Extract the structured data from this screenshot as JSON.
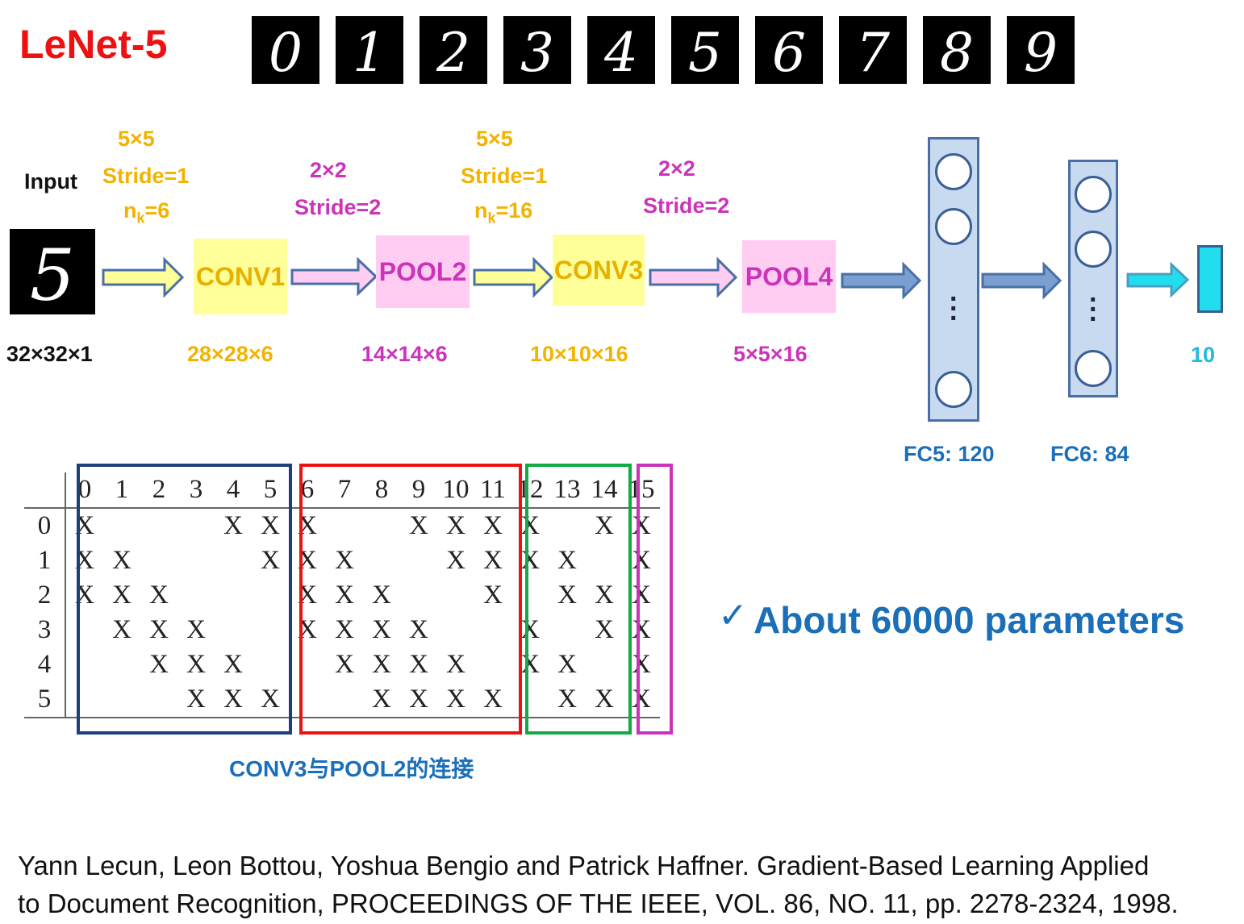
{
  "title": "LeNet-5",
  "digits": [
    "0",
    "1",
    "2",
    "3",
    "4",
    "5",
    "6",
    "7",
    "8",
    "9"
  ],
  "input": {
    "label": "Input",
    "size": "32×32×1"
  },
  "conv1": {
    "kernel": "5×5",
    "stride": "Stride=1",
    "nk_prefix": "n",
    "nk_sub": "k",
    "nk_value": "=6",
    "label": "CONV1",
    "size": "28×28×6"
  },
  "pool2": {
    "kernel": "2×2",
    "stride": "Stride=2",
    "label": "POOL2",
    "size": "14×14×6"
  },
  "conv3": {
    "kernel": "5×5",
    "stride": "Stride=1",
    "nk_prefix": "n",
    "nk_sub": "k",
    "nk_value": "=16",
    "label": "CONV3",
    "size": "10×10×16"
  },
  "pool4": {
    "kernel": "2×2",
    "stride": "Stride=2",
    "label": "POOL4",
    "size": "5×5×16"
  },
  "fc5": {
    "label": "FC5: 120"
  },
  "fc6": {
    "label": "FC6: 84"
  },
  "output": {
    "label": "10"
  },
  "table": {
    "columns": [
      "0",
      "1",
      "2",
      "3",
      "4",
      "5",
      "6",
      "7",
      "8",
      "9",
      "10",
      "11",
      "12",
      "13",
      "14",
      "15"
    ],
    "rows": [
      {
        "label": "0",
        "cells": [
          "X",
          "",
          "",
          "",
          "X",
          "X",
          "X",
          "",
          "",
          "X",
          "X",
          "X",
          "X",
          "",
          "X",
          "X"
        ]
      },
      {
        "label": "1",
        "cells": [
          "X",
          "X",
          "",
          "",
          "",
          "X",
          "X",
          "X",
          "",
          "",
          "X",
          "X",
          "X",
          "X",
          "",
          "X"
        ]
      },
      {
        "label": "2",
        "cells": [
          "X",
          "X",
          "X",
          "",
          "",
          "",
          "X",
          "X",
          "X",
          "",
          "",
          "X",
          "",
          "X",
          "X",
          "X"
        ]
      },
      {
        "label": "3",
        "cells": [
          "",
          "X",
          "X",
          "X",
          "",
          "",
          "X",
          "X",
          "X",
          "X",
          "",
          "",
          "X",
          "",
          "X",
          "X"
        ]
      },
      {
        "label": "4",
        "cells": [
          "",
          "",
          "X",
          "X",
          "X",
          "",
          "",
          "X",
          "X",
          "X",
          "X",
          "",
          "X",
          "X",
          "",
          "X"
        ]
      },
      {
        "label": "5",
        "cells": [
          "",
          "",
          "",
          "X",
          "X",
          "X",
          "",
          "",
          "X",
          "X",
          "X",
          "X",
          "",
          "X",
          "X",
          "X"
        ]
      }
    ],
    "caption": "CONV3与POOL2的连接",
    "group_colors": [
      "#1f3f7a",
      "#ee1111",
      "#11aa44",
      "#cc33bb"
    ]
  },
  "summary": {
    "check": "✓",
    "text": "About 60000  parameters"
  },
  "citation": {
    "line1": "Yann Lecun, Leon Bottou, Yoshua Bengio and Patrick Haffner. Gradient-Based Learning Applied",
    "line2": "to Document Recognition, PROCEEDINGS OF THE IEEE, VOL. 86, NO. 11, pp. 2278-2324, 1998."
  }
}
